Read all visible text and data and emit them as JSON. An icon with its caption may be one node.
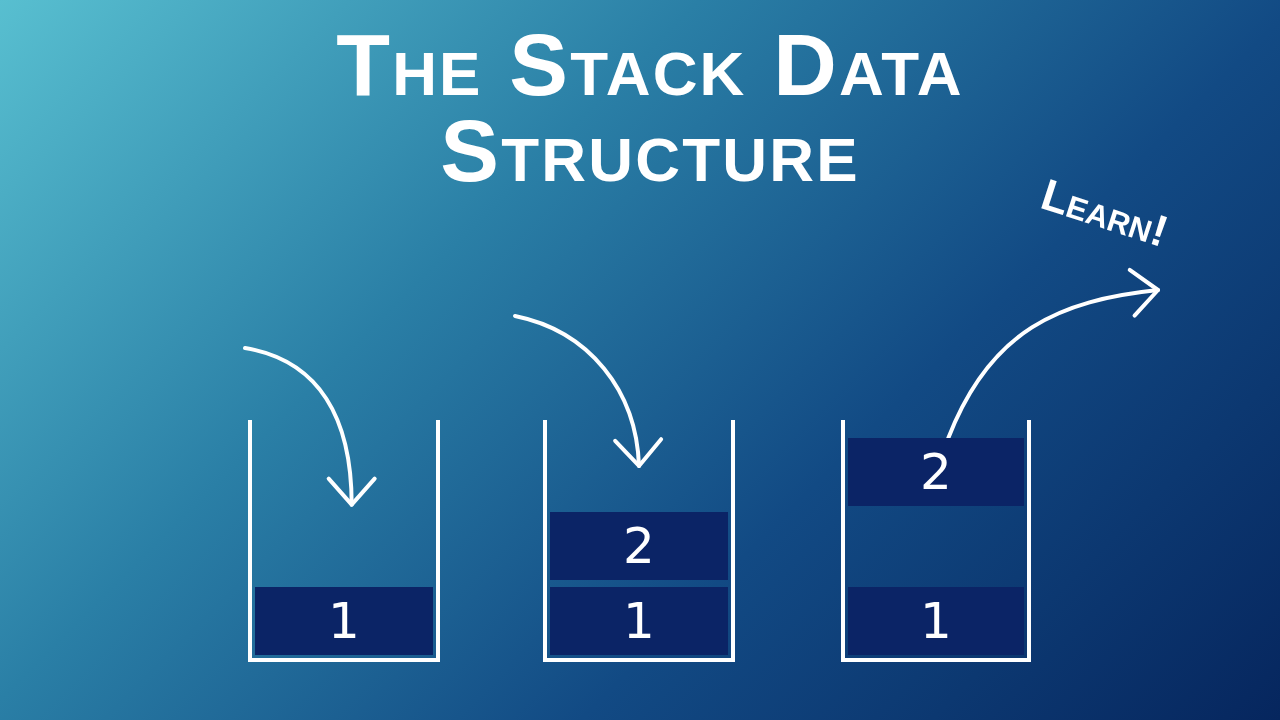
{
  "diagram": {
    "title": "The Stack Data Structure",
    "nodes": [
      {
        "text": [],
        "shape": "box"
      },
      {
        "text": [
          "1"
        ],
        "in": 0
      },
      {
        "text": [],
        "shape": "box"
      },
      {
        "text": [
          "2"
        ],
        "in": 2
      },
      {
        "text": [
          "1"
        ],
        "in": 2
      },
      {
        "text": [],
        "shape": "box"
      },
      {
        "text": [
          "2"
        ],
        "in": 5
      },
      {
        "text": [
          "1"
        ],
        "in": 5
      }
    ],
    "edges": [
      {
        "from": null,
        "to": 0,
        "arrow": "to"
      },
      {
        "from": null,
        "to": 2,
        "arrow": "to"
      },
      {
        "from": 6,
        "to": null,
        "arrow": "to"
      }
    ],
    "labels": [
      "Learn!"
    ]
  }
}
